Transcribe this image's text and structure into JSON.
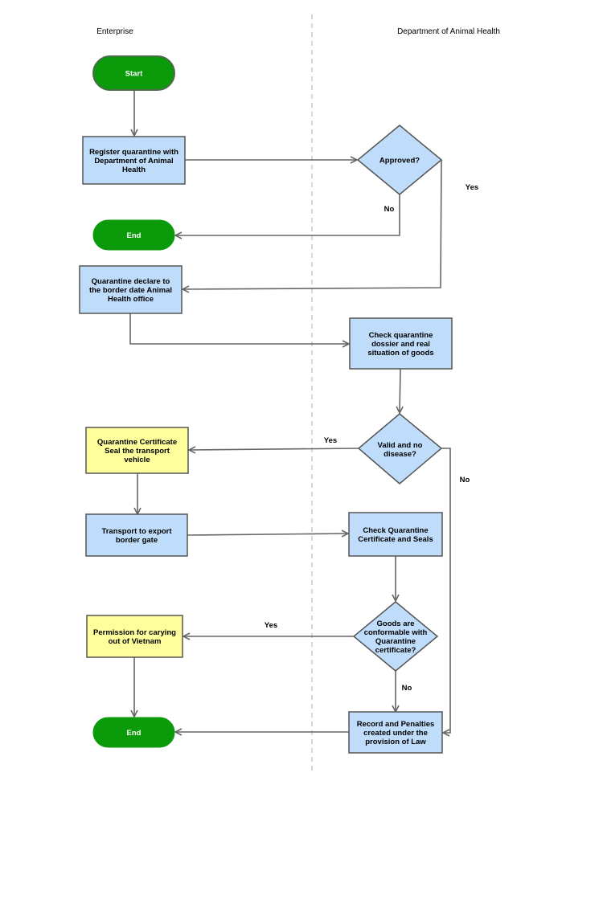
{
  "lanes": {
    "left": "Enterprise",
    "right": "Department of Animal Health"
  },
  "colors": {
    "terminal_fill": "#0a9a0a",
    "terminal_stroke": "#4a6a4a",
    "process_fill": "#bfdcfb",
    "highlight_fill": "#fefe9c",
    "decision_fill": "#bfdcfb",
    "node_stroke": "#555555",
    "edge": "#666666",
    "divider": "#bbbbbb"
  },
  "nodes": {
    "start": {
      "label": [
        "Start"
      ]
    },
    "register": {
      "label": [
        "Register quarantine with",
        "Department of Animal",
        "Health"
      ]
    },
    "approved": {
      "label": [
        "Approved?"
      ]
    },
    "end1": {
      "label": [
        "End"
      ]
    },
    "declare": {
      "label": [
        "Quarantine declare to",
        "the border date Animal",
        "Health office"
      ]
    },
    "check_dossier": {
      "label": [
        "Check quarantine",
        "dossier and real",
        "situation of goods"
      ]
    },
    "valid": {
      "label": [
        "Valid and no",
        "disease?"
      ]
    },
    "certificate": {
      "label": [
        "Quarantine Certificate",
        "Seal the transport",
        "vehicle"
      ]
    },
    "transport": {
      "label": [
        "Transport to export",
        "border gate"
      ]
    },
    "check_cert": {
      "label": [
        "Check Quarantine",
        "Certificate and Seals"
      ]
    },
    "conformable": {
      "label": [
        "Goods are",
        "conformable with",
        "Quarantine",
        "certificate?"
      ]
    },
    "permission": {
      "label": [
        "Permission for carying",
        "out of Vietnam"
      ]
    },
    "record": {
      "label": [
        "Record and Penalties",
        "created under the",
        "provision of Law"
      ]
    },
    "end2": {
      "label": [
        "End"
      ]
    }
  },
  "edge_labels": {
    "approved_yes": "Yes",
    "approved_no": "No",
    "valid_yes": "Yes",
    "valid_no": "No",
    "conformable_yes": "Yes",
    "conformable_no": "No"
  }
}
